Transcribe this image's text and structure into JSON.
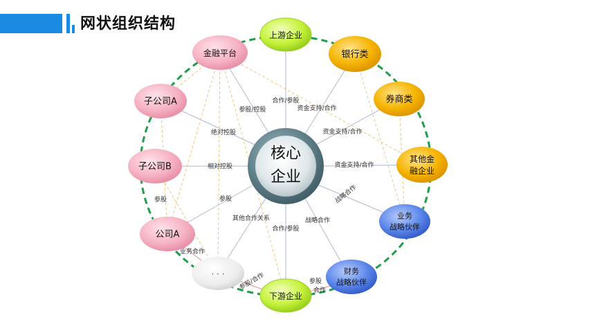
{
  "header": {
    "title": "网状组织结构"
  },
  "center": {
    "line1": "核心",
    "line2": "企业"
  },
  "nodes": {
    "upstream": "上游企业",
    "bank": "银行类",
    "securities": "券商类",
    "other_finance_1": "其他金",
    "other_finance_2": "融企业",
    "business_partner_1": "业务",
    "business_partner_2": "战略伙伴",
    "finance_partner_1": "财务",
    "finance_partner_2": "战略伙伴",
    "downstream": "下游企业",
    "ellipsis": "· · ·",
    "company_a": "公司A",
    "subsidiary_b": "子公司B",
    "subsidiary_a": "子公司A",
    "finance_platform": "金融平台"
  },
  "edge_labels": {
    "cooperate_invest_top": "合作/参股",
    "invest_control": "参股/控股",
    "fund_support_coop_1": "资金支持/合作",
    "fund_support_coop_2": "资金支持/合作",
    "fund_support_coop_3": "资金支持/合作",
    "strategic_coop_right": "战略合作",
    "absolute_control": "绝对控股",
    "relative_control": "相对控股",
    "invest_left": "参股",
    "other_coop": "其他合作关系",
    "cooperate_invest_bottom": "合作/参股",
    "strategic_coop_bottom": "战略合作",
    "invest_outer_left": "参股",
    "business_coop": "业务合作",
    "invest_coop_bottom": "参股/合作",
    "invest_bottom_right": "参股",
    "coop_bottom_right": "合作"
  },
  "colors": {
    "accent": "#1a8be0",
    "green_node": "#c6f23a",
    "orange_node": "#f5b400",
    "blue_node": "#4a78e0",
    "pink_node": "#f6b3c4",
    "grey_node": "#e8e8e8",
    "ring": "#1e9e4a"
  }
}
